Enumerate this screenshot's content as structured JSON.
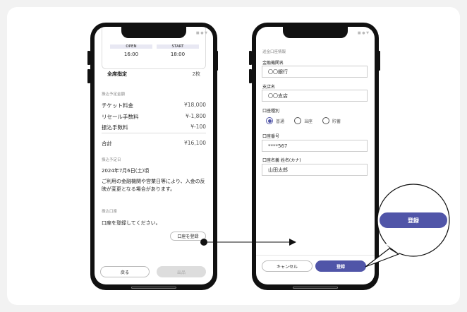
{
  "left": {
    "open_label": "OPEN",
    "open_time": "16:00",
    "start_label": "START",
    "start_time": "18:00",
    "seat_type": "全席指定",
    "seat_count": "2枚",
    "amount_section": "振込予定金額",
    "rows": [
      {
        "label": "チケット料金",
        "value": "¥18,000"
      },
      {
        "label": "リセール手数料",
        "value": "¥-1,800"
      },
      {
        "label": "振込手数料",
        "value": "¥-100"
      }
    ],
    "total_label": "合計",
    "total_value": "¥16,100",
    "date_section": "振込予定日",
    "date": "2024年7月6日(土)頃",
    "note": "ご利用の金融機関や営業日等により、入金の反映が変更となる場合があります。",
    "account_section": "振込口座",
    "account_msg": "口座を登録してください。",
    "register_account": "口座を登録",
    "back": "戻る",
    "list": "出品"
  },
  "right": {
    "section": "送金口座情報",
    "bank_label": "金融機関名",
    "bank_value": "〇〇銀行",
    "branch_label": "支店名",
    "branch_value": "〇〇支店",
    "type_label": "口座種別",
    "types": [
      "普通",
      "当座",
      "貯蓄"
    ],
    "selected_type": "普通",
    "number_label": "口座番号",
    "number_value": "****567",
    "holder_label": "口座名義 姓名(カナ)",
    "holder_value": "山田太郎",
    "cancel": "キャンセル",
    "register": "登録"
  },
  "callout": {
    "register": "登録"
  },
  "colors": {
    "accent": "#5055a8"
  }
}
